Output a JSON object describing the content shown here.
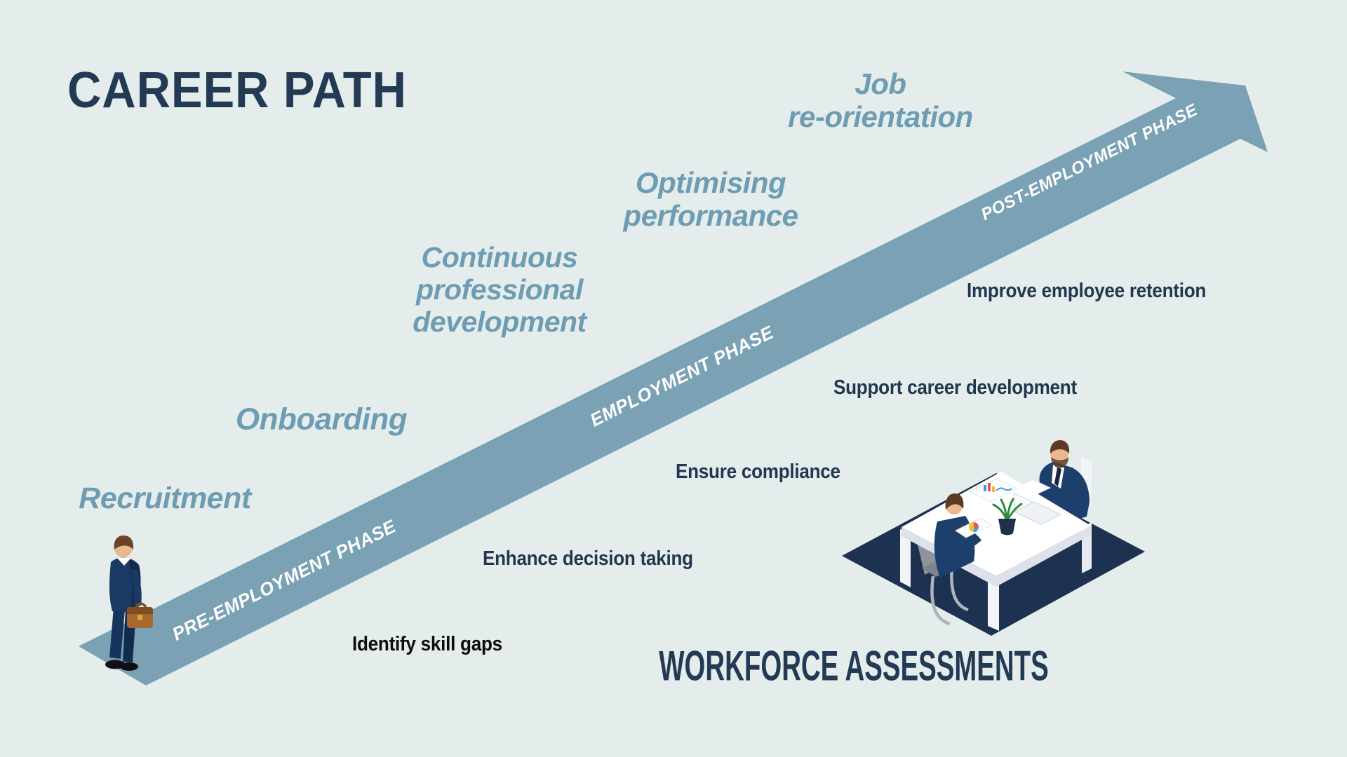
{
  "title": "CAREER PATH",
  "footer": {
    "title": "WORKFORCE ASSESSMENTS"
  },
  "arrow": {
    "direction": "up-right",
    "phases": [
      {
        "label": "PRE-EMPLOYMENT PHASE"
      },
      {
        "label": "EMPLOYMENT PHASE"
      },
      {
        "label": "POST-EMPLOYMENT PHASE"
      }
    ]
  },
  "stages": [
    {
      "label": "Recruitment"
    },
    {
      "label": "Onboarding"
    },
    {
      "label": "Continuous\nprofessional\ndevelopment"
    },
    {
      "label": "Optimising\nperformance"
    },
    {
      "label": "Job\nre-orientation"
    }
  ],
  "benefits": [
    {
      "label": "Identify skill gaps"
    },
    {
      "label": "Enhance decision taking"
    },
    {
      "label": "Ensure compliance"
    },
    {
      "label": "Support career development"
    },
    {
      "label": "Improve employee retention"
    }
  ],
  "colors": {
    "bg": "#e5edec",
    "arrow": "#7aa1b4",
    "stage-text": "#6e9cb2",
    "navy": "#22374f",
    "title-navy": "#233a55",
    "black-text": "#0d0d0d",
    "platform": "#1d3150",
    "phase-text": "#ffffff"
  }
}
